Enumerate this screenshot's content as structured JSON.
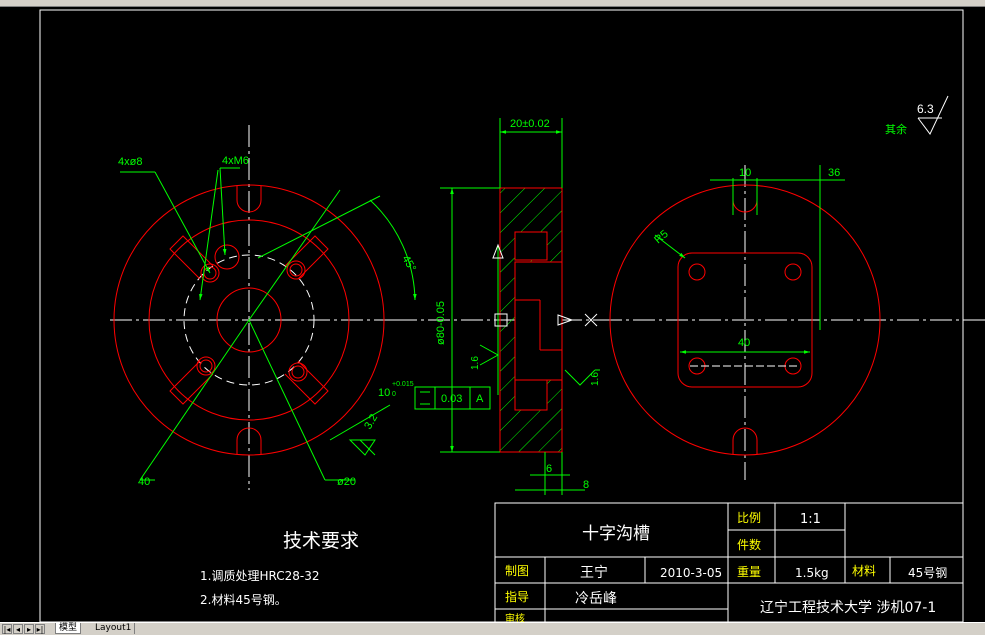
{
  "colors": {
    "background": "#000000",
    "outline": "#ff0000",
    "dimension": "#00ff00",
    "text": "#ffffff",
    "frame": "#ffffff",
    "yellow_text": "#ffff00"
  },
  "dimensions": {
    "hole_front": "4xø8",
    "thread": "4xM6",
    "angle": "45°",
    "width_40": "40",
    "dia_20": "ø20",
    "chamfer_32": "3.2",
    "tol_top": "+0.015",
    "tol_bottom": "0",
    "fit_10": "10",
    "ftol_value": "0.03",
    "ftol_datum": "A",
    "side_width": "20±0.02",
    "side_dia": "ø80-0.05",
    "rough_16_left": "1.6",
    "rough_16_right": "1.6",
    "step_6": "6",
    "step_8": "8",
    "top_10": "10",
    "top_36": "36",
    "r5": "R5",
    "top_40": "40",
    "rough_rest_label": "其余",
    "rough_rest_value": "6.3"
  },
  "tech_requirements": {
    "title": "技术要求",
    "items": [
      "1.调质处理HRC28-32",
      "2.材料45号钢。"
    ]
  },
  "title_block": {
    "part_name": "十字沟槽",
    "scale_label": "比例",
    "scale_value": "1:1",
    "qty_label": "件数",
    "draw_label": "制图",
    "drawer": "王宁",
    "date": "2010-3-05",
    "weight_label": "重量",
    "weight": "1.5kg",
    "material_label": "材料",
    "material": "45号钢",
    "guide_label": "指导",
    "guide": "冷岳峰",
    "check_label": "审核",
    "school": "辽宁工程技术大学 涉机07-1"
  },
  "tabs": [
    "模型",
    "Layout1"
  ]
}
